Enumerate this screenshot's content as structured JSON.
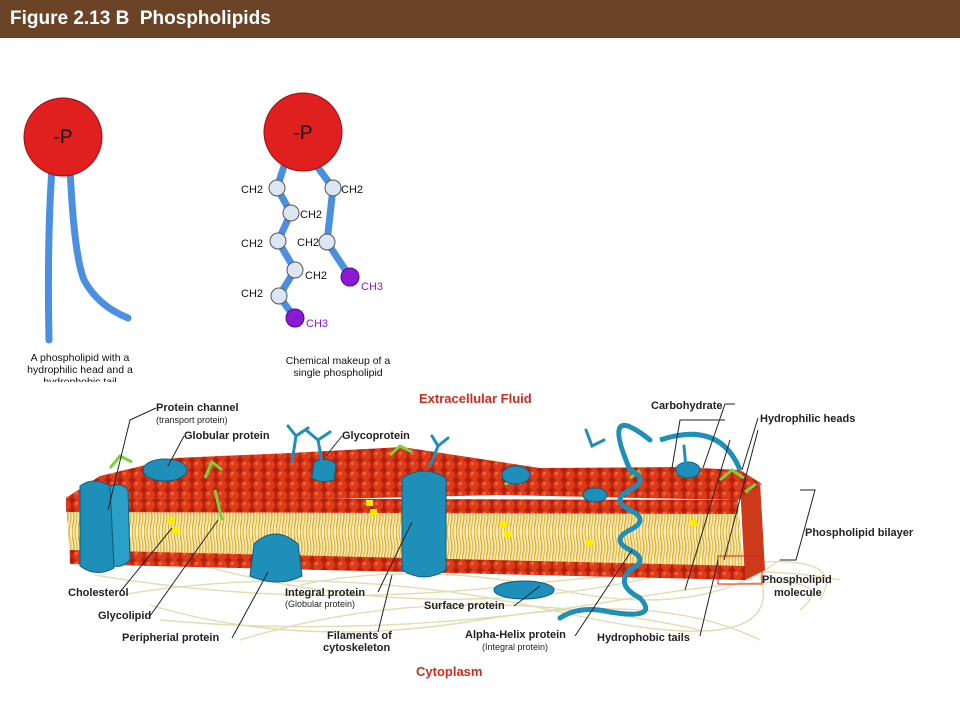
{
  "header": {
    "title": "Figure 2.13 B  Phospholipids"
  },
  "simple_phospholipid": {
    "head_label": "-P",
    "caption": "A phospholipid with a hydrophilic head and a hydrophobic tail"
  },
  "chemical_phospholipid": {
    "head_label": "-P",
    "groups_left": [
      "CH2",
      "CH2",
      "CH2",
      "CH2"
    ],
    "groups_right": [
      "CH2",
      "CH2",
      "CH2"
    ],
    "terminal_groups": [
      "CH3",
      "CH3"
    ],
    "caption": "Chemical makeup of a single phospholipid"
  },
  "membrane": {
    "region_top": "Extracellular Fluid",
    "region_bottom": "Cytoplasm",
    "labels": {
      "protein_channel": "Protein channel",
      "protein_channel_sub": "(transport protein)",
      "globular_protein": "Globular protein",
      "glycoprotein": "Glycoprotein",
      "carbohydrate": "Carbohydrate",
      "hydrophilic_heads": "Hydrophilic heads",
      "phospholipid_bilayer": "Phospholipid bilayer",
      "phospholipid_molecule_1": "Phospholipid",
      "phospholipid_molecule_2": "molecule",
      "cholesterol": "Cholesterol",
      "glycolipid": "Glycolipid",
      "peripheral_protein": "Peripherial protein",
      "integral_protein": "Integral protein",
      "integral_protein_sub": "(Globular protein)",
      "filaments_1": "Filaments of",
      "filaments_2": "cytoskeleton",
      "surface_protein": "Surface protein",
      "alpha_helix": "Alpha-Helix protein",
      "alpha_helix_sub": "(Integral protein)",
      "hydrophobic_tails": "Hydrophobic tails"
    }
  },
  "colors": {
    "title_bar": "#6b4428",
    "head_red": "#e01f1f",
    "tail_blue": "#4a8fe0",
    "carbon_gray": "#dbe6f2",
    "methyl_purple": "#8b19d6",
    "membrane_head": "#d63418",
    "membrane_tail": "#e8c34a",
    "protein": "#1e8fb8",
    "region_label": "#d42a1e"
  }
}
